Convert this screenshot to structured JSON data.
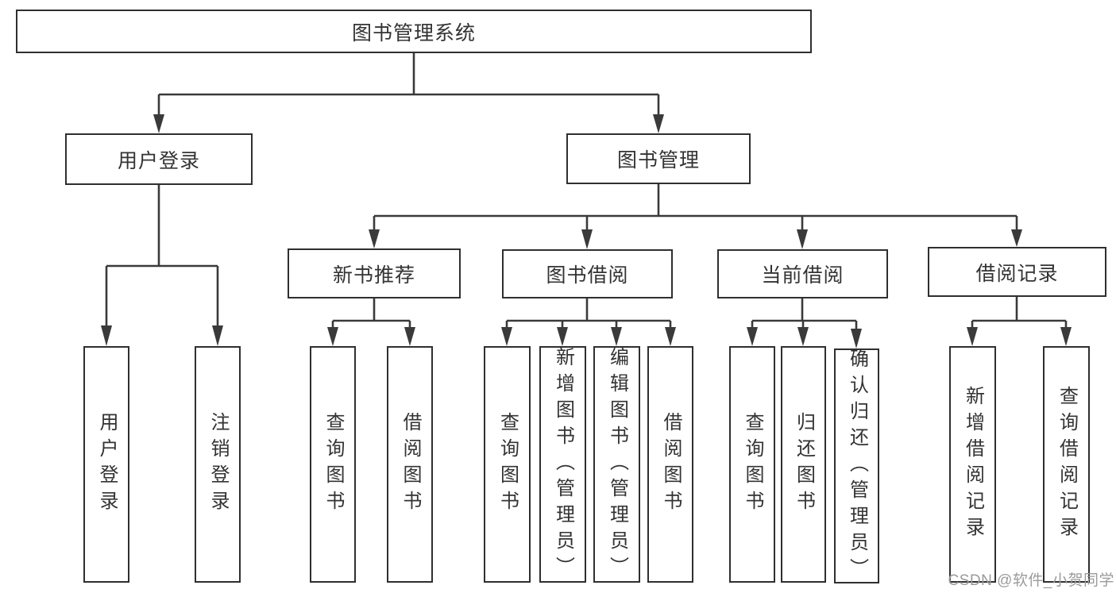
{
  "diagram": {
    "title": "图书管理系统",
    "root": {
      "label": "图书管理系统"
    },
    "branches": [
      {
        "label": "用户登录",
        "children": [
          {
            "label": "用户登录"
          },
          {
            "label": "注销登录"
          }
        ]
      },
      {
        "label": "图书管理",
        "children": [
          {
            "label": "新书推荐",
            "children": [
              {
                "label": "查询图书"
              },
              {
                "label": "借阅图书"
              }
            ]
          },
          {
            "label": "图书借阅",
            "children": [
              {
                "label": "查询图书"
              },
              {
                "label": "新增图书（管理员）"
              },
              {
                "label": "编辑图书（管理员）"
              },
              {
                "label": "借阅图书"
              }
            ]
          },
          {
            "label": "当前借阅",
            "children": [
              {
                "label": "查询图书"
              },
              {
                "label": "归还图书"
              },
              {
                "label": "确认归还（管理员）"
              }
            ]
          },
          {
            "label": "借阅记录",
            "children": [
              {
                "label": "新增借阅记录"
              },
              {
                "label": "查询借阅记录"
              }
            ]
          }
        ]
      }
    ]
  },
  "watermark": {
    "text": "CSDN @软件_小贺同学"
  },
  "colors": {
    "line": "#3a3a3a",
    "border": "#2f2f2f",
    "text": "#333333",
    "watermark": "#9b9b9b",
    "bg": "#ffffff"
  }
}
